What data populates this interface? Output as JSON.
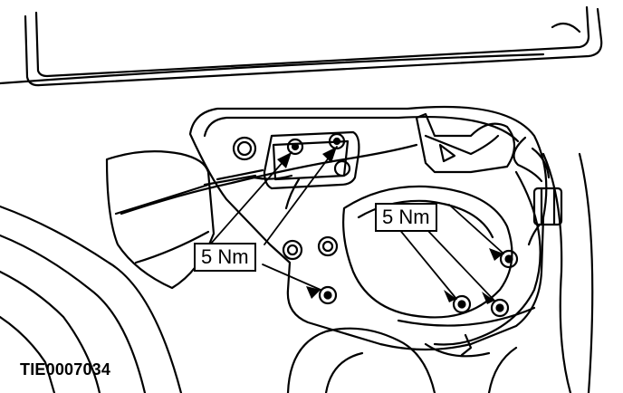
{
  "diagram": {
    "torque_labels": [
      "5 Nm",
      "5 Nm"
    ],
    "part_number": "TIE0007034"
  },
  "colors": {
    "line": "#000000",
    "background": "#ffffff"
  }
}
